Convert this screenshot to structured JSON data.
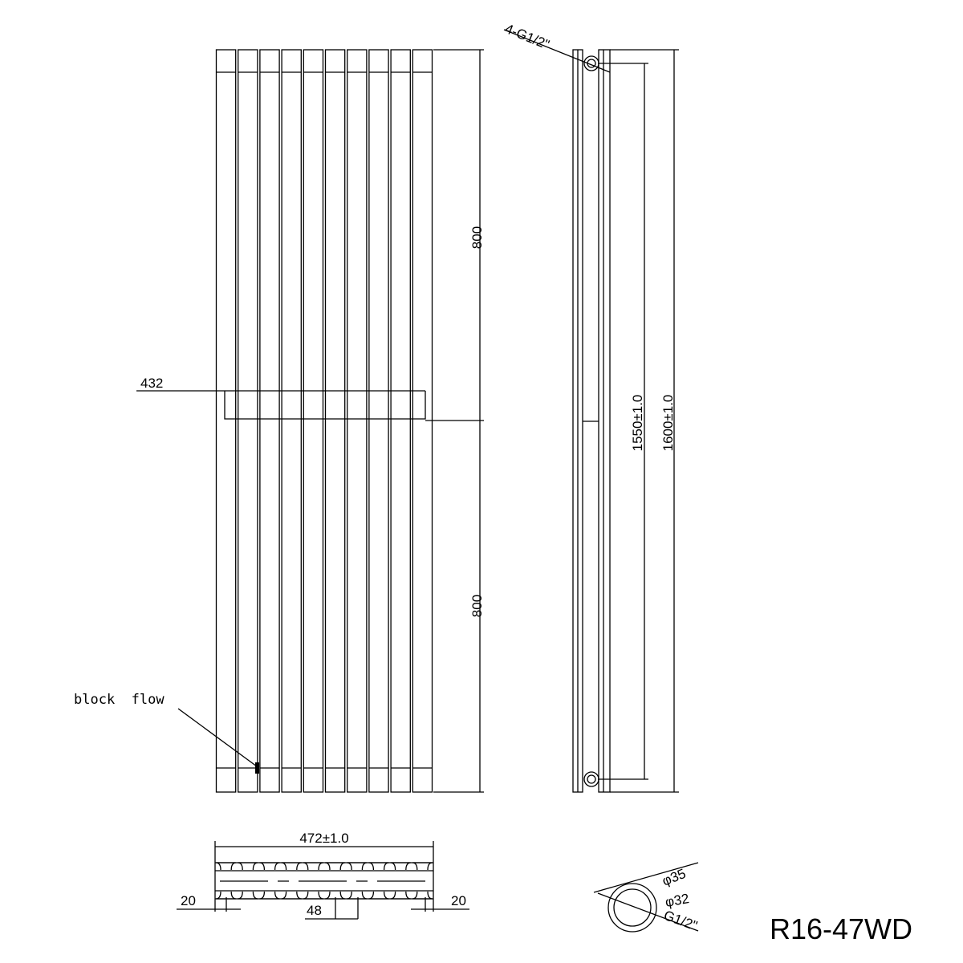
{
  "labels": {
    "height_upper": "800",
    "height_lower": "800",
    "width_offset": "432",
    "block_flow": "block  flow",
    "connections": "4-G1/2\"",
    "pipe_centres": "1550±1.0",
    "total_height": "1600±1.0",
    "total_width": "472±1.0",
    "edge_left": "20",
    "edge_right": "20",
    "tube_pitch": "48",
    "tube_outer": "φ35",
    "tube_inner": "φ32",
    "thread": "G1/2\"",
    "model": "R16-47WD"
  },
  "tube_count": 10
}
